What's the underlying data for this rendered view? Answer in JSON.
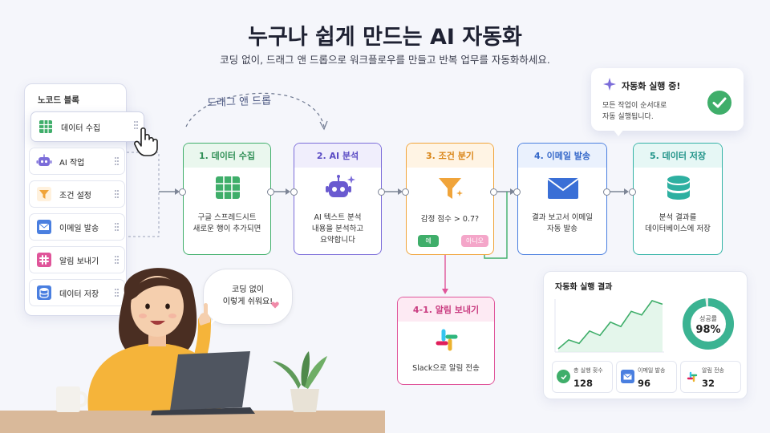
{
  "header": {
    "title": "누구나 쉽게 만드는 AI 자동화",
    "subtitle": "코딩 없이, 드래그 앤 드롭으로 워크플로우를 만들고 반복 업무를 자동화하세요."
  },
  "palette": {
    "title": "노코드 블록",
    "active_item": {
      "label": "데이터 수집",
      "icon": "spreadsheet-icon"
    },
    "items": [
      {
        "label": "AI 작업",
        "icon": "robot-icon"
      },
      {
        "label": "조건 설정",
        "icon": "filter-icon"
      },
      {
        "label": "이메일 발송",
        "icon": "mail-icon"
      },
      {
        "label": "알림 보내기",
        "icon": "slack-icon"
      },
      {
        "label": "데이터 저장",
        "icon": "database-icon"
      }
    ]
  },
  "drag_hint": "드래그 앤 드롭",
  "steps": [
    {
      "title": "1. 데이터 수집",
      "desc_line1": "구글 스프레드시트",
      "desc_line2": "새로운 행이 추가되면",
      "color": "#3fae6a",
      "head_bg": "#eaf7ee",
      "icon": "spreadsheet-icon"
    },
    {
      "title": "2. AI 분석",
      "desc_line1": "AI 텍스트 분석",
      "desc_line2": "내용을 분석하고",
      "desc_line3": "요약합니다",
      "color": "#7b6cd9",
      "head_bg": "#f0eefc",
      "icon": "robot-icon"
    },
    {
      "title": "3. 조건 분기",
      "desc_line1": "감정 점수 > 0.7?",
      "yes": "예",
      "no": "아니오",
      "color": "#f0a43a",
      "head_bg": "#fff4e4",
      "icon": "filter-icon"
    },
    {
      "title": "4. 이메일 발송",
      "desc_line1": "결과 보고서 이메일",
      "desc_line2": "자동 발송",
      "color": "#4a7fe0",
      "head_bg": "#eaf1fd",
      "icon": "mail-icon"
    },
    {
      "title": "5. 데이터 저장",
      "desc_line1": "분석 결과를",
      "desc_line2": "데이터베이스에 저장",
      "color": "#34b3a6",
      "head_bg": "#e6f7f5",
      "icon": "database-icon"
    }
  ],
  "branch": {
    "title": "4-1. 알림 보내기",
    "desc": "Slack으로 알림 전송",
    "color": "#e0559a",
    "head_bg": "#fdeaf3",
    "icon": "slack-icon"
  },
  "toast": {
    "title": "자동화 실행 중!",
    "line1": "모든 작업이 순서대로",
    "line2": "자동 실행됩니다."
  },
  "speech": {
    "line1": "코딩 없이",
    "line2": "이렇게 쉬워요!"
  },
  "results": {
    "title": "자동화 실행 결과",
    "success_label": "성공률",
    "success_rate": "98%",
    "success_fraction": 0.98,
    "trend": [
      2,
      3,
      2.6,
      4,
      3.5,
      5,
      4.5,
      6.2,
      5.8,
      7.4,
      7
    ],
    "stats": [
      {
        "label": "총 실행 횟수",
        "value": "128",
        "icon": "check-icon",
        "color": "#3fae6a"
      },
      {
        "label": "이메일 발송",
        "value": "96",
        "icon": "mail-icon",
        "color": "#4a7fe0"
      },
      {
        "label": "알림 전송",
        "value": "32",
        "icon": "slack-icon",
        "color": "#e0559a"
      }
    ]
  }
}
